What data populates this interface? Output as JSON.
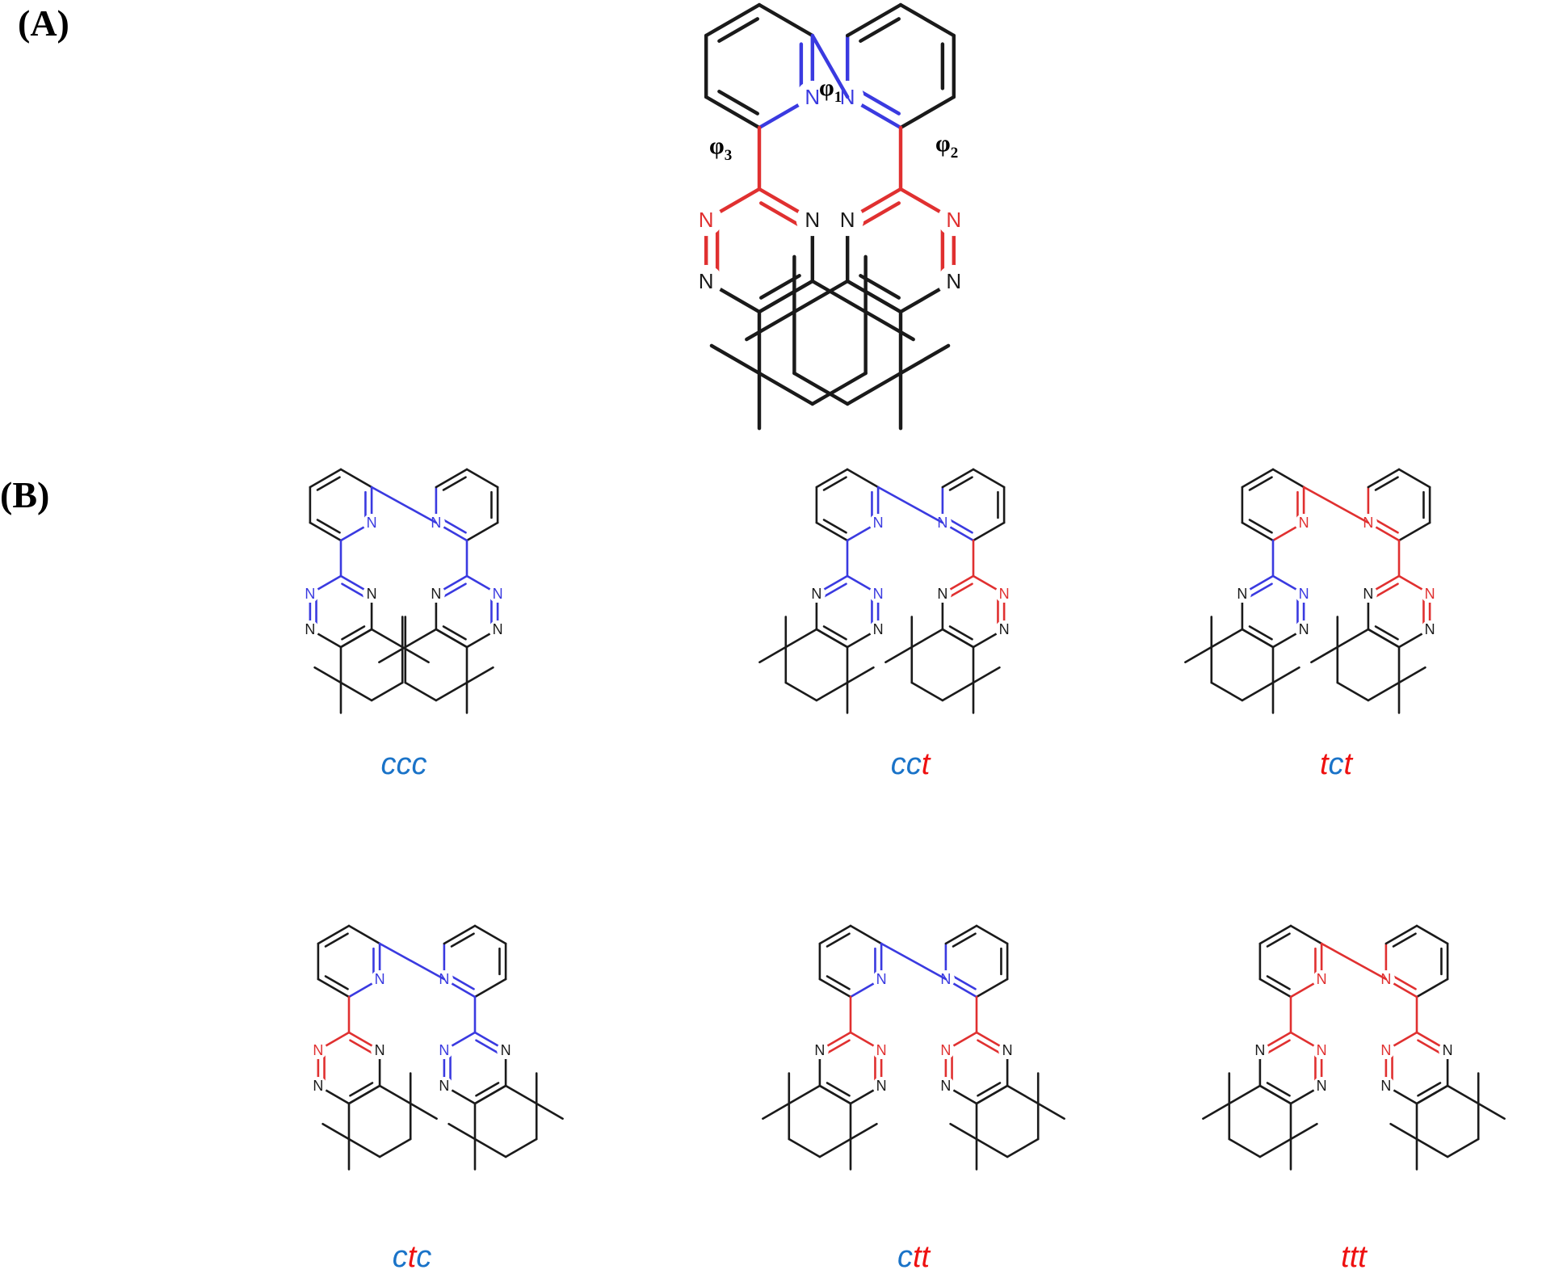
{
  "panels": {
    "a": "(A)",
    "b": "(B)"
  },
  "atom_symbol": "N",
  "torsions": [
    {
      "symbol": "φ",
      "sub": "1"
    },
    {
      "symbol": "φ",
      "sub": "2"
    },
    {
      "symbol": "φ",
      "sub": "3"
    }
  ],
  "conformers": [
    {
      "id": "ccc",
      "letters": [
        "c",
        "c",
        "c"
      ]
    },
    {
      "id": "cct",
      "letters": [
        "c",
        "c",
        "t"
      ]
    },
    {
      "id": "tct",
      "letters": [
        "t",
        "c",
        "t"
      ]
    },
    {
      "id": "ctc",
      "letters": [
        "c",
        "t",
        "c"
      ]
    },
    {
      "id": "ctt",
      "letters": [
        "c",
        "t",
        "t"
      ]
    },
    {
      "id": "ttt",
      "letters": [
        "t",
        "t",
        "t"
      ]
    }
  ],
  "colors": {
    "cis": "#1a73c8",
    "trans": "#ee1111",
    "bond": "#1a1a1a",
    "cis_bond": "#3a3ae0",
    "trans_bond": "#e03030",
    "atom_n": "#1a1a1a"
  }
}
